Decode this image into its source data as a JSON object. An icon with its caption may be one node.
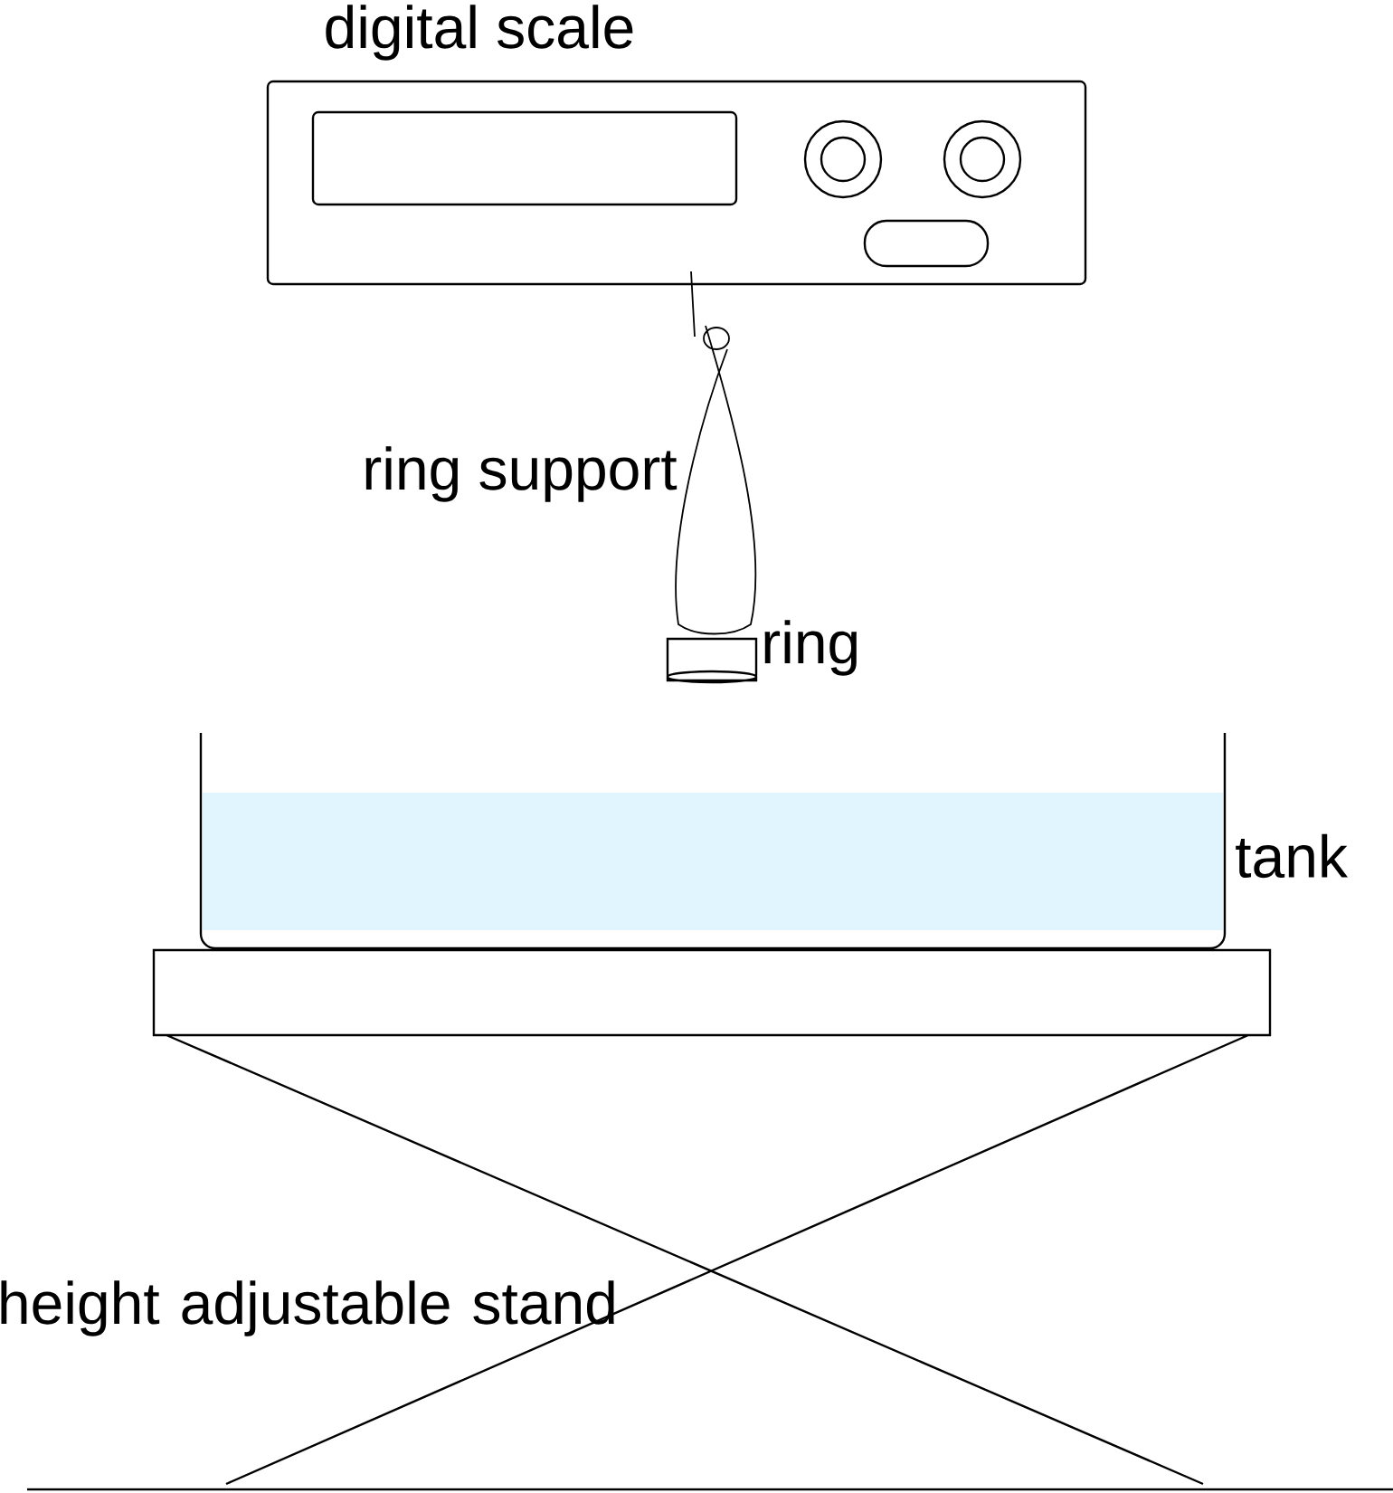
{
  "diagram": {
    "labels": [
      "digital scale",
      "ring support",
      "ring",
      "tank",
      "height adjustable stand"
    ]
  }
}
